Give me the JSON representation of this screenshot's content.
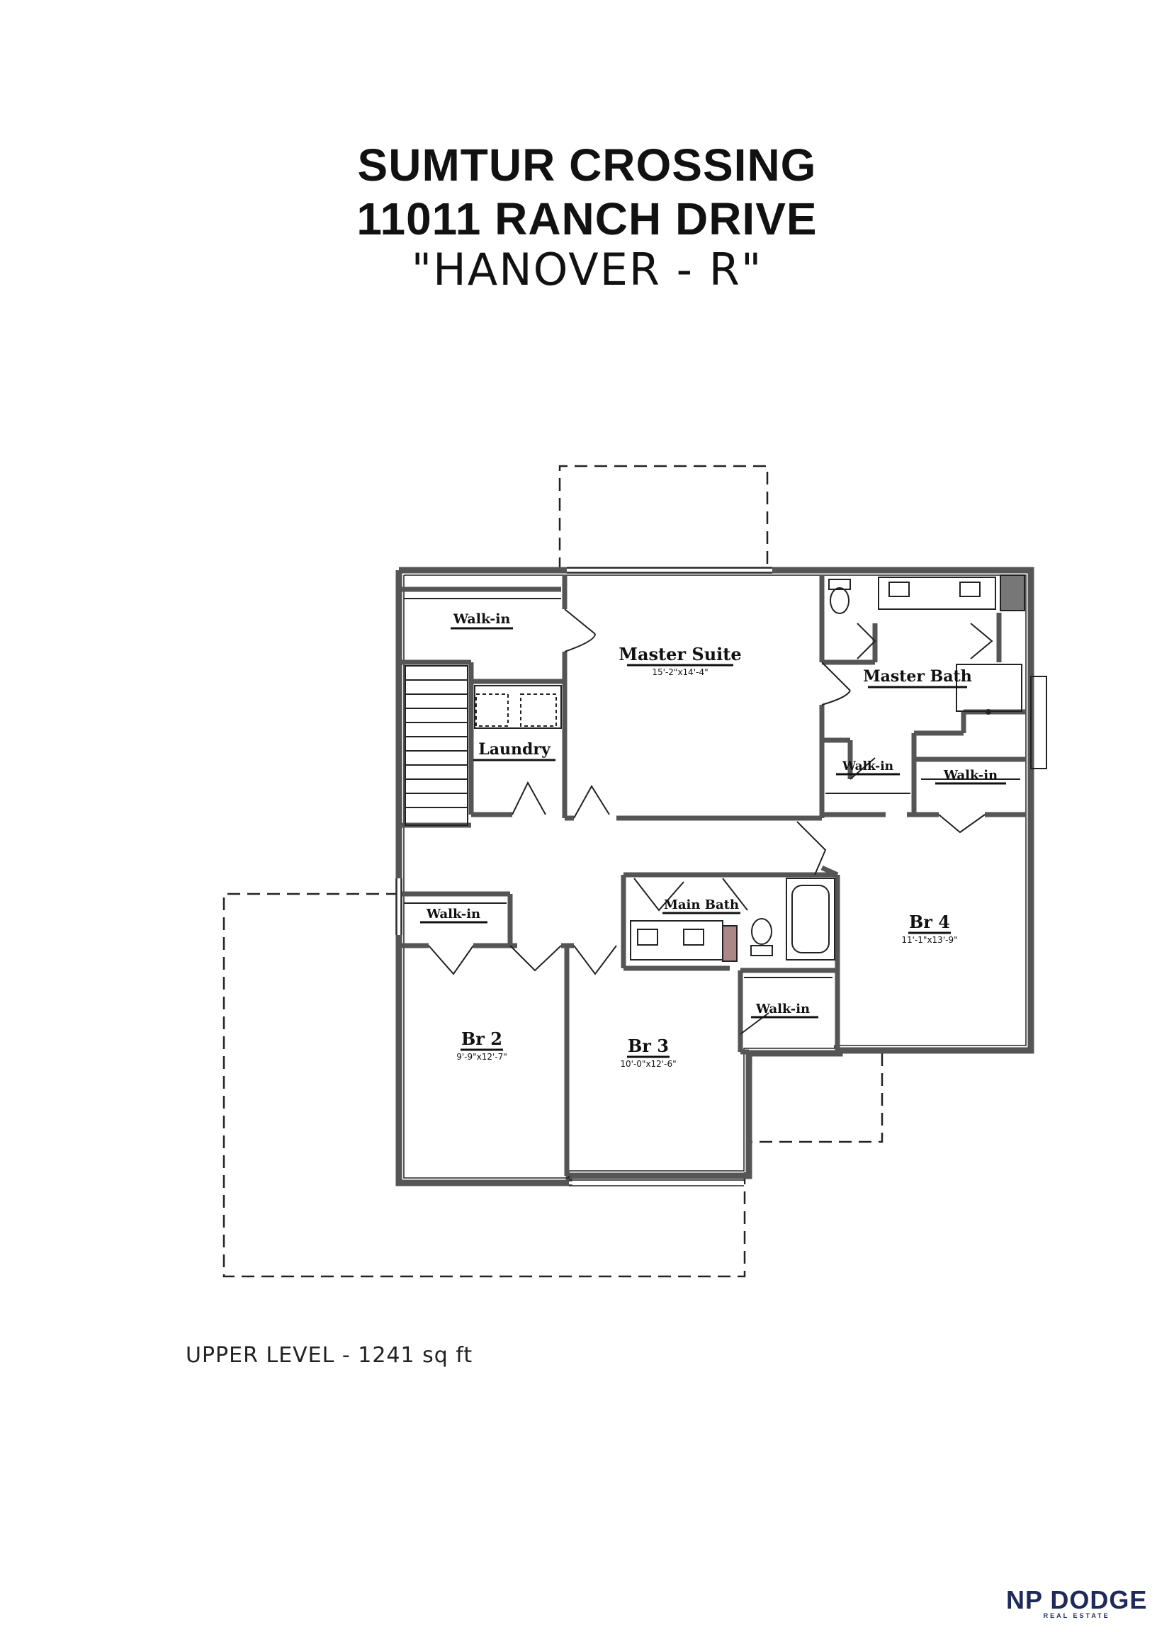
{
  "header": {
    "line1": "SUMTUR CROSSING",
    "line2": "11011 RANCH DRIVE",
    "line3": "\"HANOVER - R\""
  },
  "rooms": {
    "walkin_top_left": "Walk-in",
    "master_suite": "Master Suite",
    "master_suite_dim": "15'-2\"x14'-4\"",
    "master_bath": "Master Bath",
    "laundry": "Laundry",
    "walkin_master_1": "Walk-in",
    "walkin_master_2": "Walk-in",
    "walkin_br2": "Walk-in",
    "main_bath": "Main Bath",
    "br4": "Br 4",
    "br4_dim": "11'-1\"x13'-9\"",
    "br2": "Br 2",
    "br2_dim": "9'-9\"x12'-7\"",
    "br3": "Br 3",
    "br3_dim": "10'-0\"x12'-6\"",
    "walkin_br3": "Walk-in"
  },
  "footer": {
    "area": "UPPER LEVEL - 1241 sq ft"
  },
  "logo": {
    "main": "NP DODGE",
    "sub": "REAL ESTATE"
  },
  "colors": {
    "wall": "#555555",
    "line": "#111111",
    "logo": "#1f2a5a"
  }
}
